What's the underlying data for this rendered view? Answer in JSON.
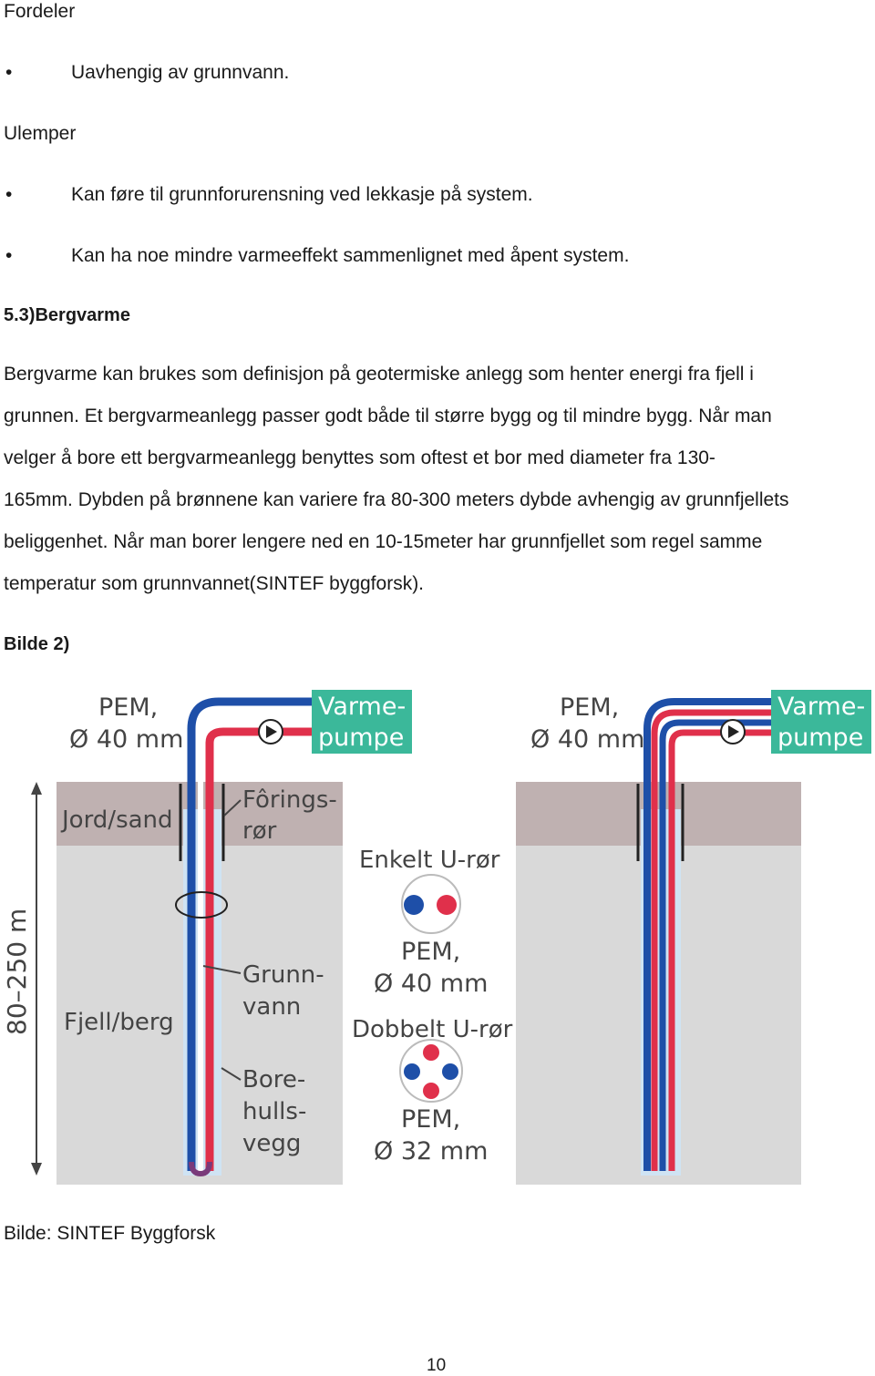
{
  "fordeler_heading": "Fordeler",
  "fordeler_items": [
    "Uavhengig av grunnvann."
  ],
  "ulemper_heading": "Ulemper",
  "ulemper_items": [
    "Kan føre til grunnforurensning ved lekkasje på system.",
    "Kan ha noe mindre varmeeffekt sammenlignet med åpent system."
  ],
  "section_heading": "5.3)Bergvarme",
  "paragraph_lines": [
    "Bergvarme kan brukes som definisjon på geotermiske anlegg som henter energi fra fjell i",
    "grunnen. Et bergvarmeanlegg passer godt både til større bygg og til mindre bygg. Når man",
    "velger å bore ett bergvarmeanlegg benyttes som oftest et bor med diameter fra 130-",
    "165mm. Dybden på brønnene kan variere fra 80-300 meters dybde avhengig av grunnfjellets",
    "beliggenhet. Når man borer lengere ned en 10-15meter har grunnfjellet som regel samme",
    "temperatur som grunnvannet(SINTEF byggforsk)."
  ],
  "figure_label": "Bilde 2)",
  "figure": {
    "left": {
      "pem_line1": "PEM,",
      "pem_line2": "Ø 40 mm",
      "pump_line1": "Varme-",
      "pump_line2": "pumpe",
      "soil_label": "Jord/sand",
      "casing_line1": "Fôrings-",
      "casing_line2": "rør",
      "depth_label": "80–250 m",
      "rock_label": "Fjell/berg",
      "groundwater_line1": "Grunn-",
      "groundwater_line2": "vann",
      "borehole_line1": "Bore-",
      "borehole_line2": "hulls-",
      "borehole_line3": "vegg"
    },
    "middle": {
      "single_title": "Enkelt U-rør",
      "single_pem1": "PEM,",
      "single_pem2": "Ø 40 mm",
      "double_title": "Dobbelt U-rør",
      "double_pem1": "PEM,",
      "double_pem2": "Ø 32 mm"
    },
    "right": {
      "pem_line1": "PEM,",
      "pem_line2": "Ø 40 mm",
      "pump_line1": "Varme-",
      "pump_line2": "pumpe"
    },
    "colors": {
      "soil": "#bfb1b1",
      "rock": "#d9d9d9",
      "water": "#cfe3f3",
      "pipe_blue": "#1e4fa8",
      "pipe_red": "#e0304b",
      "pump_box": "#3bb89a"
    }
  },
  "source_caption": "Bilde: SINTEF Byggforsk",
  "page_number": "10"
}
